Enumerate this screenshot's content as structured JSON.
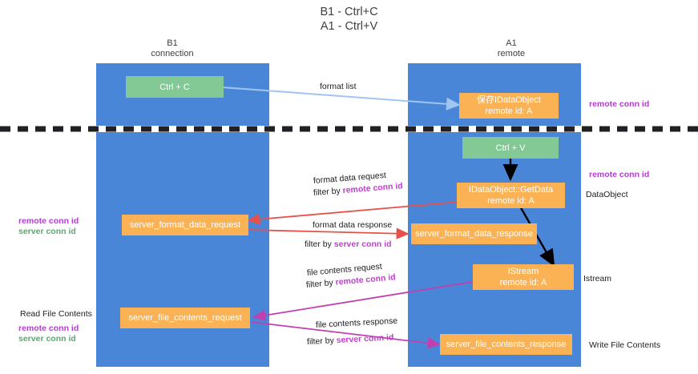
{
  "title": "B1 - Ctrl+C\nA1 - Ctrl+V",
  "colors": {
    "lane": "#4a86d8",
    "node_green": "#82c995",
    "node_orange": "#fbb254",
    "purple": "#b13fd0",
    "green": "#5aa86f",
    "arrow_blue": "#9fc5f0",
    "arrow_red": "#e8504a",
    "arrow_magenta": "#c23fb0",
    "arrow_black": "#000000",
    "divider": "#202124",
    "text": "#202124"
  },
  "columns": [
    {
      "name": "B1",
      "sub": "connection",
      "header": "B1\nconnection"
    },
    {
      "name": "A1",
      "sub": "remote",
      "header": "A1\nremote"
    }
  ],
  "nodes": [
    {
      "id": "ctrl-c",
      "label": "Ctrl + C",
      "color": "green",
      "column": "B1"
    },
    {
      "id": "save-idataobject",
      "label": "保存IDataObject\nremote id: A",
      "color": "orange",
      "column": "A1"
    },
    {
      "id": "ctrl-v",
      "label": "Ctrl + V",
      "color": "green",
      "column": "A1"
    },
    {
      "id": "idataobject-getdata",
      "label": "IDataObject::GetData\nremote id: A",
      "color": "orange",
      "column": "A1"
    },
    {
      "id": "server-format-data-request",
      "label": "server_format_data_request",
      "color": "orange",
      "column": "B1"
    },
    {
      "id": "server-format-data-response",
      "label": "server_format_data_response",
      "color": "orange",
      "column": "A1"
    },
    {
      "id": "istream",
      "label": "IStream\nremote id: A",
      "color": "orange",
      "column": "A1"
    },
    {
      "id": "server-file-contents-request",
      "label": "server_file_contents_request",
      "color": "orange",
      "column": "B1"
    },
    {
      "id": "server-file-contents-response",
      "label": "server_file_contents_response",
      "color": "orange",
      "column": "A1"
    }
  ],
  "edge_labels": [
    {
      "id": "format-list",
      "text": "format list"
    },
    {
      "id": "format-data-request",
      "text": "format data request"
    },
    {
      "id": "format-data-request-filter-prefix",
      "text": "filter by "
    },
    {
      "id": "format-data-request-filter-key",
      "text": "remote conn id"
    },
    {
      "id": "format-data-response",
      "text": "format data response"
    },
    {
      "id": "format-data-response-filter-prefix",
      "text": "filter by "
    },
    {
      "id": "format-data-response-filter-key",
      "text": "server conn id"
    },
    {
      "id": "file-contents-request",
      "text": "file contents request"
    },
    {
      "id": "file-contents-request-filter-prefix",
      "text": "filter by "
    },
    {
      "id": "file-contents-request-filter-key",
      "text": "remote conn id"
    },
    {
      "id": "file-contents-response",
      "text": "file contents response"
    },
    {
      "id": "file-contents-response-filter-prefix",
      "text": "filter by "
    },
    {
      "id": "file-contents-response-filter-key",
      "text": "server conn id"
    }
  ],
  "annotations": {
    "right_top_remote_conn_id": "remote conn id",
    "right_mid_remote_conn_id": "remote conn id",
    "dataobject": "DataObject",
    "istream": "Istream",
    "write_file_contents": "Write File Contents",
    "left_remote_conn_id": "remote conn id",
    "left_server_conn_id": "server conn id",
    "read_file_contents": "Read File Contents",
    "left_remote_conn_id2": "remote conn id",
    "left_server_conn_id2": "server conn id"
  }
}
